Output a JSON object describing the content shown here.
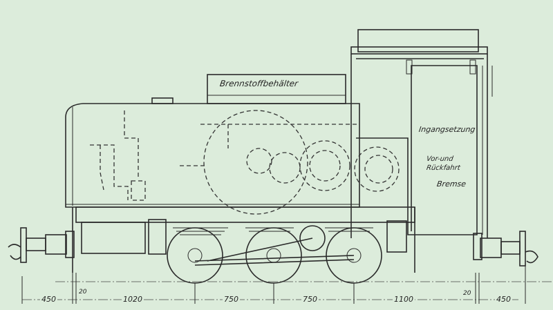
{
  "drawing": {
    "labels": {
      "fuel_tank": "Brennstoffbehälter",
      "startup": "Ingangsetzung",
      "direction_1": "Vor-und",
      "direction_2": "Rückfahrt",
      "brake": "Bremse"
    },
    "dimensions": [
      "450",
      "20",
      "1020",
      "750",
      "750",
      "1100",
      "20",
      "450"
    ]
  }
}
